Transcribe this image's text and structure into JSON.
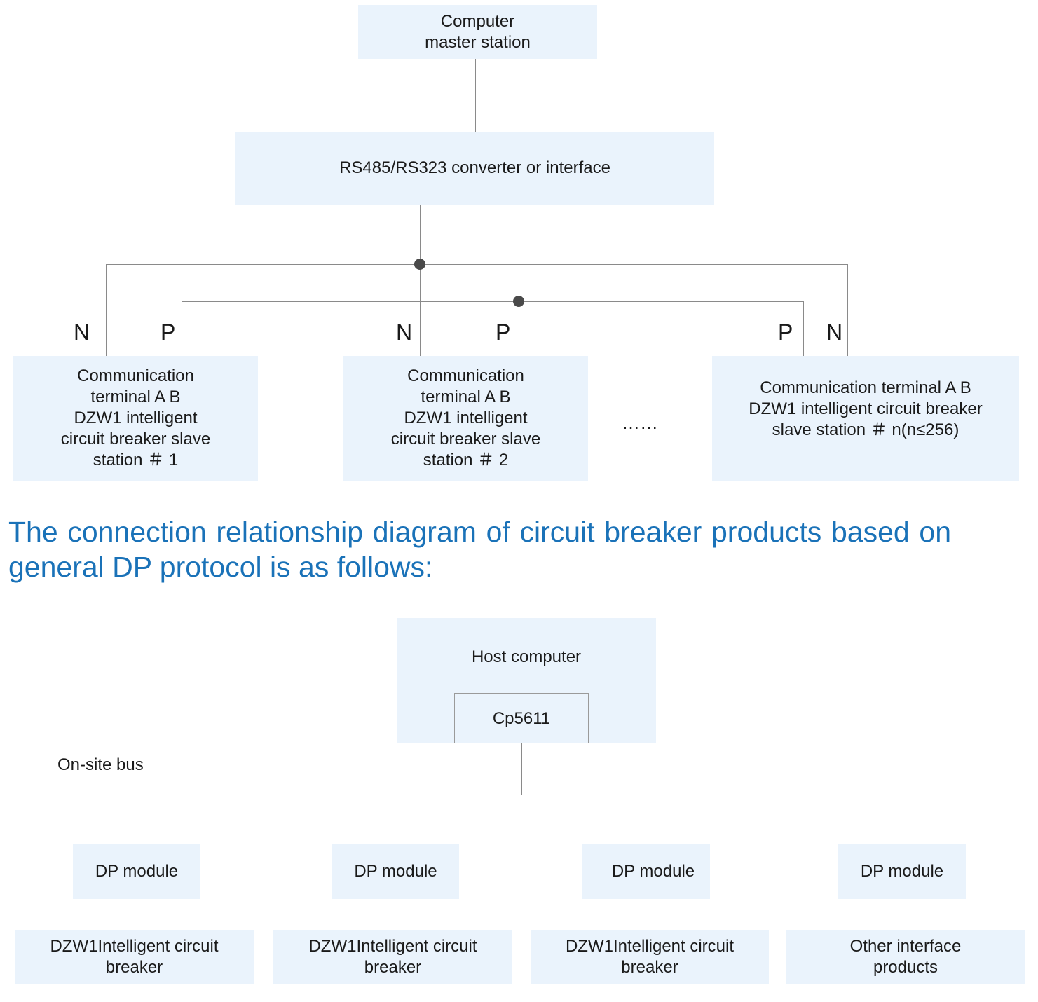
{
  "rs485_diagram": {
    "master_station": "Computer\nmaster station",
    "converter": "RS485/RS323 converter or interface",
    "slaves": [
      {
        "text": "Communication\nterminal A B\nDZW1 intelligent\ncircuit breaker slave\nstation ＃ 1",
        "left_pin": "N",
        "right_pin": "P"
      },
      {
        "text": "Communication\nterminal A B\nDZW1 intelligent\ncircuit breaker slave\nstation ＃ 2",
        "left_pin": "N",
        "right_pin": "P"
      },
      {
        "text": "Communication terminal A B\nDZW1 intelligent circuit breaker\nslave station ＃ n(n≤256)",
        "left_pin": "P",
        "right_pin": "N"
      }
    ],
    "ellipsis": "……"
  },
  "heading": "The connection relationship diagram of circuit breaker products based on general DP protocol is as follows:",
  "dp_diagram": {
    "host": "Host computer",
    "card": "Cp5611",
    "bus_label": "On-site bus",
    "modules": [
      "DP module",
      "DP module",
      "DP module",
      "DP module"
    ],
    "devices": [
      "DZW1Intelligent circuit\nbreaker",
      "DZW1Intelligent circuit\nbreaker",
      "DZW1Intelligent circuit\nbreaker",
      "Other interface\nproducts"
    ]
  }
}
